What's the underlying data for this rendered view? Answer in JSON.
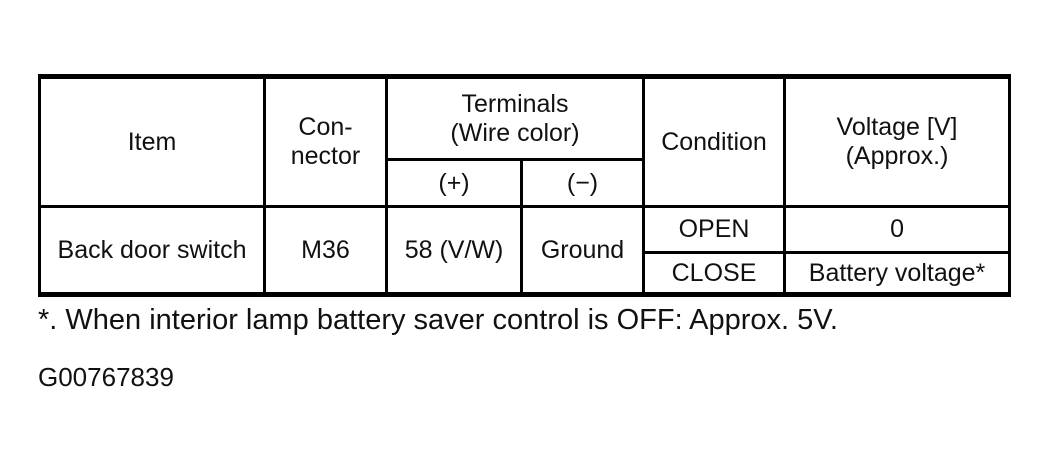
{
  "table": {
    "headers": {
      "item": "Item",
      "connector": "Con-\nnector",
      "terminals_group": "Terminals\n(Wire color)",
      "terminal_plus": "(+)",
      "terminal_minus": "(−)",
      "condition": "Condition",
      "voltage": "Voltage [V]\n(Approx.)"
    },
    "row": {
      "item": "Back door switch",
      "connector": "M36",
      "terminal_plus": "58 (V/W)",
      "terminal_minus": "Ground",
      "conditions": [
        {
          "condition": "OPEN",
          "voltage": "0"
        },
        {
          "condition": "CLOSE",
          "voltage": "Battery voltage*"
        }
      ]
    }
  },
  "footnote": "*. When interior lamp battery saver control is OFF: Approx. 5V.",
  "figure_id": "G00767839",
  "colors": {
    "ink": "#111111",
    "line": "#000000",
    "background": "#ffffff"
  }
}
